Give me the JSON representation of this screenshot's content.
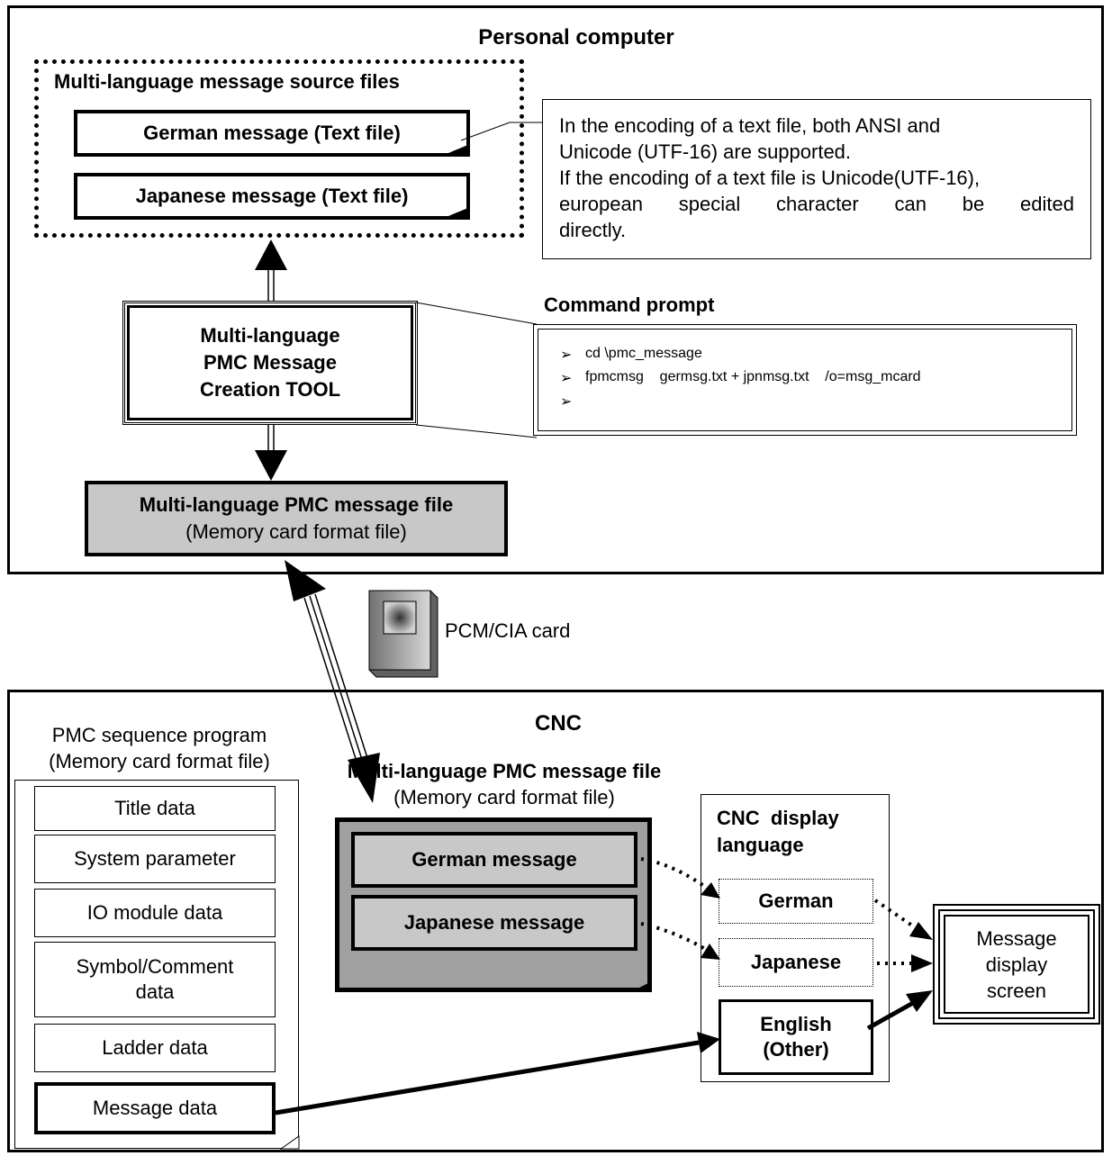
{
  "pc": {
    "title": "Personal computer",
    "source_group_title": "Multi-language message source files",
    "german_source": "German message (Text file)",
    "japanese_source": "Japanese message (Text file)",
    "note": [
      "In the encoding of a text file, both ANSI and",
      "Unicode (UTF-16) are supported.",
      "If the encoding of a text file is Unicode(UTF-16),",
      "european special character can be edited",
      "directly."
    ],
    "tool": [
      "Multi-language",
      "PMC Message",
      "Creation TOOL"
    ],
    "command_prompt_title": "Command prompt",
    "commands": [
      {
        "arrow": "➢",
        "text": "cd \\pmc_message"
      },
      {
        "arrow": "➢",
        "text": "fpmcmsg    germsg.txt + jpnmsg.txt    /o=msg_mcard"
      },
      {
        "arrow": "➢",
        "text": ""
      }
    ],
    "message_file_title": "Multi-language PMC message file",
    "message_file_sub": "(Memory card format file)"
  },
  "card": {
    "label": "PCM/CIA card",
    "icon": "memory-card-icon"
  },
  "cnc": {
    "title": "CNC",
    "sequence_title": [
      "PMC sequence program",
      "(Memory card format file)"
    ],
    "sequence_items": {
      "title_data": "Title data",
      "system_parameter": "System parameter",
      "io_module": "IO module data",
      "symbol_comment": [
        "Symbol/Comment",
        "data"
      ],
      "ladder": "Ladder data",
      "message": "Message data"
    },
    "message_file_title": "Multi-language PMC message file",
    "message_file_sub": "(Memory card format file)",
    "german_message": "German message",
    "japanese_message": "Japanese message",
    "display_language_title": [
      "CNC  display",
      "language"
    ],
    "languages": {
      "german": "German",
      "japanese": "Japanese",
      "english": [
        "English",
        "(Other)"
      ]
    },
    "screen": [
      "Message",
      "display",
      "screen"
    ]
  }
}
